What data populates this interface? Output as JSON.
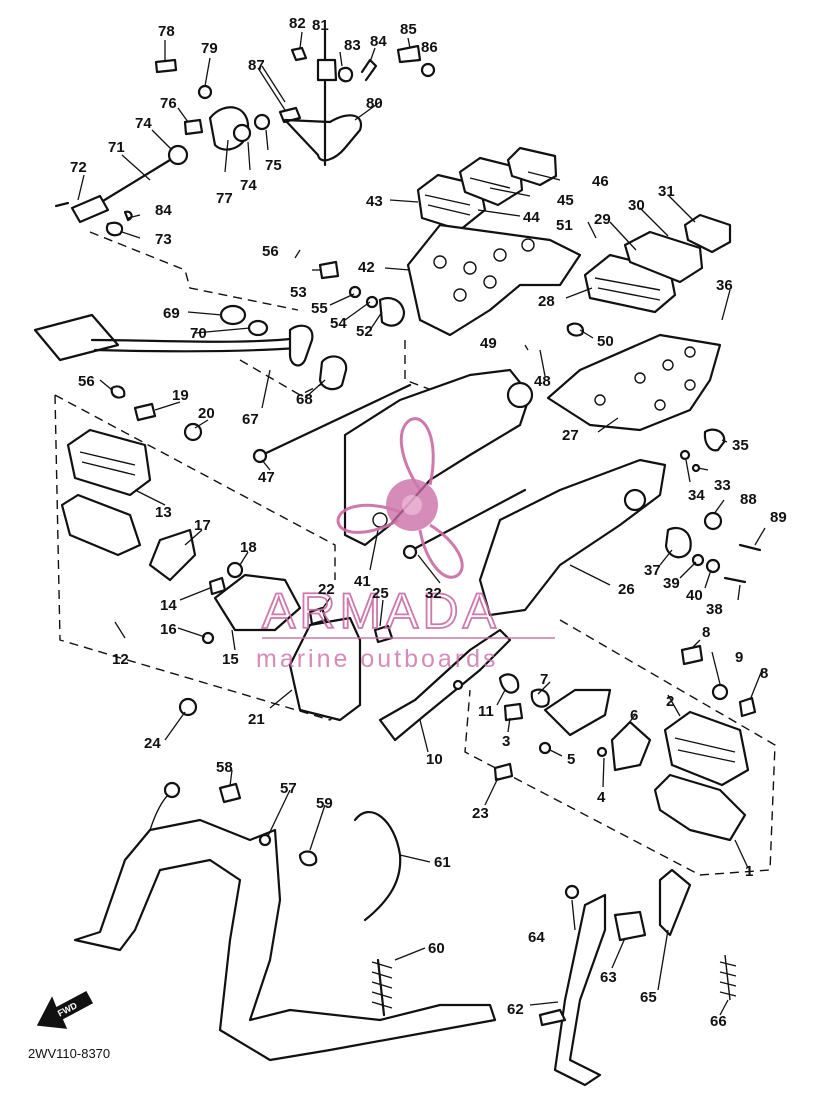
{
  "diagram": {
    "code": "2WV110-8370",
    "fwd_label": "FWD",
    "callouts": [
      "1",
      "2",
      "3",
      "4",
      "5",
      "6",
      "7",
      "8",
      "9",
      "10",
      "11",
      "12",
      "13",
      "14",
      "15",
      "16",
      "17",
      "18",
      "19",
      "20",
      "21",
      "22",
      "23",
      "24",
      "25",
      "26",
      "27",
      "28",
      "29",
      "30",
      "31",
      "32",
      "33",
      "34",
      "35",
      "36",
      "37",
      "38",
      "39",
      "40",
      "41",
      "42",
      "43",
      "44",
      "45",
      "46",
      "47",
      "48",
      "49",
      "50",
      "51",
      "52",
      "53",
      "54",
      "55",
      "56",
      "57",
      "58",
      "59",
      "60",
      "61",
      "62",
      "63",
      "64",
      "65",
      "66",
      "67",
      "68",
      "69",
      "70",
      "71",
      "72",
      "73",
      "74",
      "75",
      "76",
      "77",
      "78",
      "79",
      "80",
      "81",
      "82",
      "83",
      "84",
      "85",
      "86",
      "87",
      "88",
      "89"
    ]
  },
  "watermark": {
    "brand": "ARMADA",
    "tagline": "marine outboards",
    "color": "#c96aa3"
  }
}
